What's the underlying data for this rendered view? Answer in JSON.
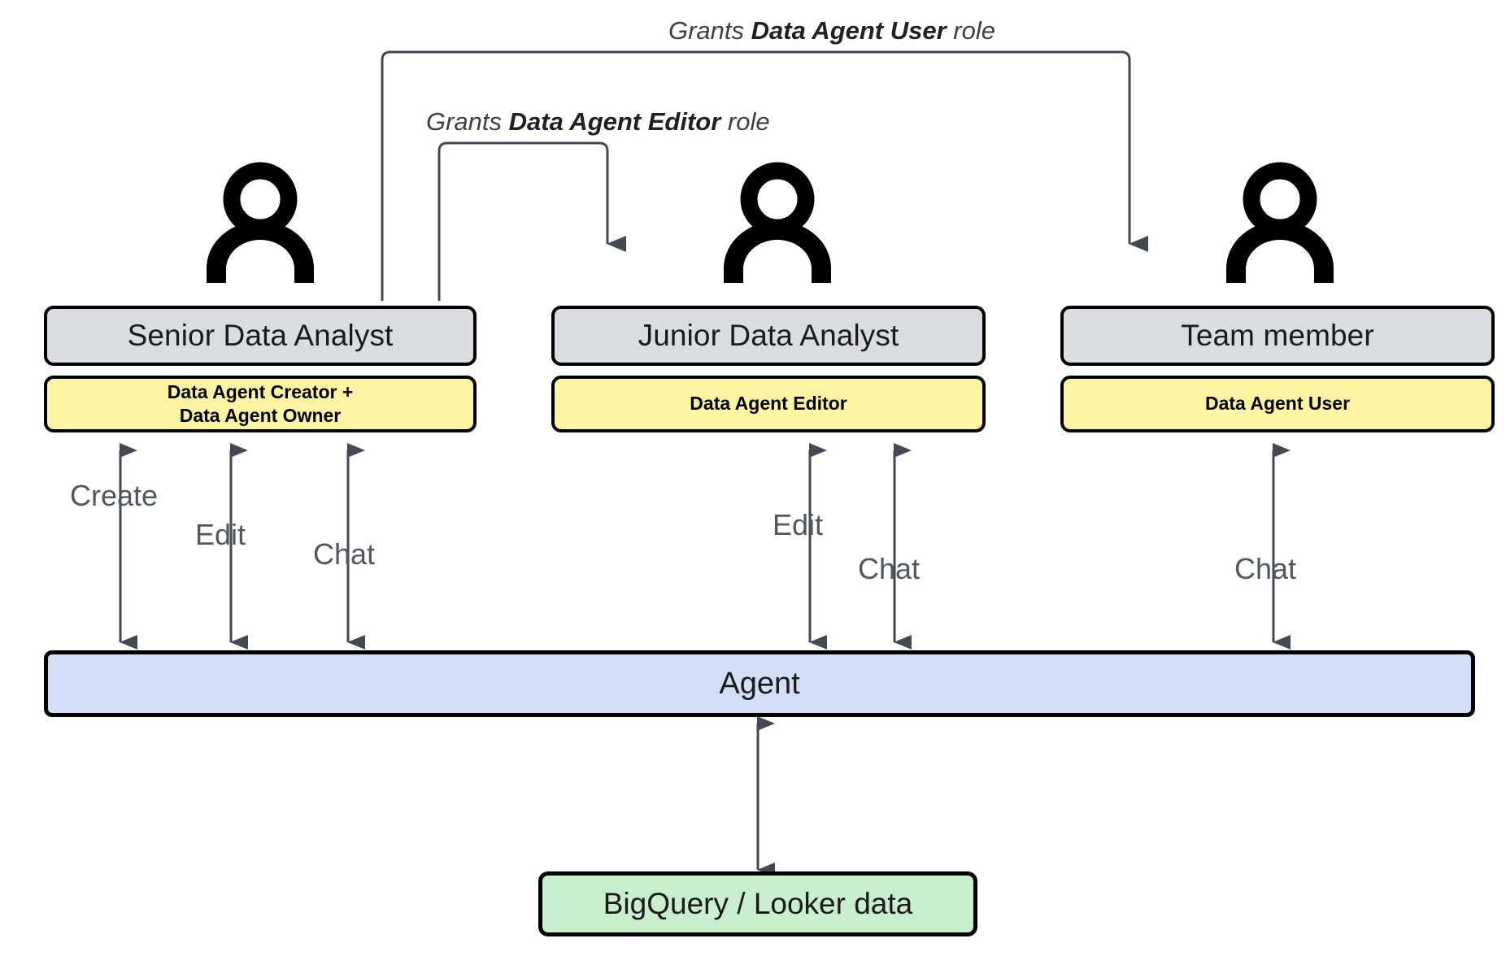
{
  "diagram": {
    "title": "Data Agent role permissions flow",
    "colors": {
      "role_title_fill": "#d9dce0",
      "role_permission_fill": "#fcf3a3",
      "agent_fill": "#d0dff6",
      "data_fill": "#c9eecd",
      "border": "#000000",
      "connector": "#434a54",
      "label_text": "#53585e"
    }
  },
  "grants": [
    {
      "prefix": "Grants ",
      "role": "Data Agent User",
      "suffix": " role",
      "from": "Senior Data Analyst",
      "to": "Team member"
    },
    {
      "prefix": "Grants ",
      "role": "Data Agent Editor",
      "suffix": " role",
      "from": "Senior Data Analyst",
      "to": "Junior Data Analyst"
    }
  ],
  "actors": [
    {
      "icon": "person-icon",
      "title": "Senior Data Analyst",
      "permission_line1": "Data Agent Creator +",
      "permission_line2": "Data Agent Owner",
      "actions": [
        "Create",
        "Edit",
        "Chat"
      ]
    },
    {
      "icon": "person-icon",
      "title": "Junior Data Analyst",
      "permission_line1": "Data Agent Editor",
      "permission_line2": "",
      "actions": [
        "Edit",
        "Chat"
      ]
    },
    {
      "icon": "person-icon",
      "title": "Team member",
      "permission_line1": "Data Agent User",
      "permission_line2": "",
      "actions": [
        "Chat"
      ]
    }
  ],
  "agent": {
    "label": "Agent"
  },
  "datasource": {
    "label": "BigQuery / Looker data"
  }
}
